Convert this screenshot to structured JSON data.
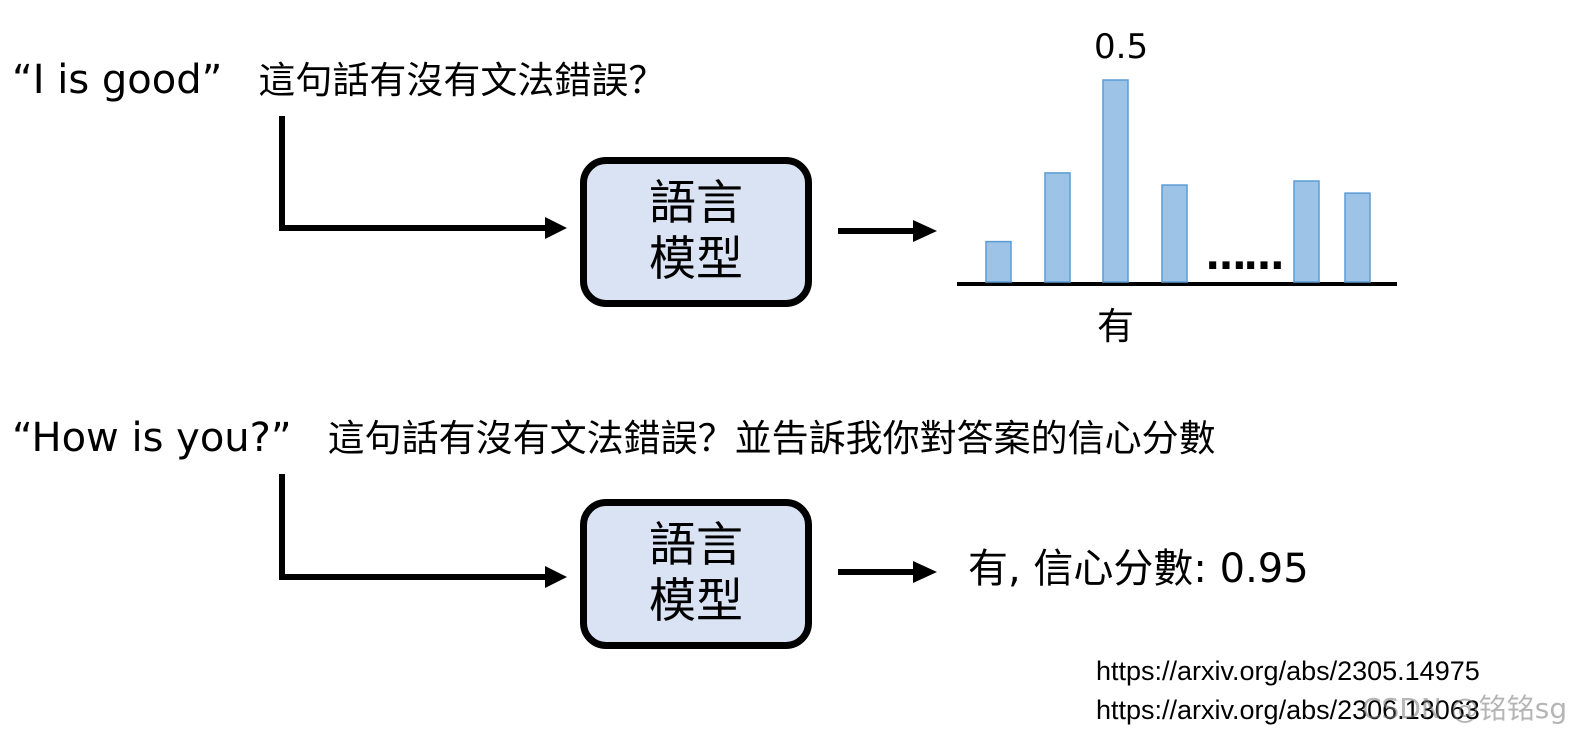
{
  "example1": {
    "sentence": "“I is good”",
    "prompt": "這句話有沒有文法錯誤？"
  },
  "example2": {
    "sentence": "“How is you?”",
    "prompt": "這句話有沒有文法錯誤？並告訴我你對答案的信心分數",
    "result": "有, 信心分數: 0.95"
  },
  "model_box": {
    "line1": "語言",
    "line2": "模型"
  },
  "chart_data": {
    "type": "bar",
    "categories": [
      "",
      "",
      "有",
      "",
      "……",
      "",
      ""
    ],
    "values": [
      0.1,
      0.27,
      0.5,
      0.24,
      null,
      0.25,
      0.22
    ],
    "data_labels": [
      "",
      "",
      "0.5",
      "",
      "",
      "",
      ""
    ],
    "xlabel": "",
    "ylabel": "",
    "title": "",
    "grid": false,
    "bar_color": "#9dc3e6",
    "bar_edge_color": "#5b9bd5"
  },
  "chart_text": {
    "top_value": "0.5",
    "ellipsis": "……",
    "token_label": "有"
  },
  "references": [
    "https://arxiv.org/abs/2305.14975",
    "https://arxiv.org/abs/2306.13063"
  ],
  "watermark": "CSDN @铭铭sg",
  "colors": {
    "box_fill": "#dae3f3",
    "box_border": "#000000",
    "arrow": "#000000"
  }
}
